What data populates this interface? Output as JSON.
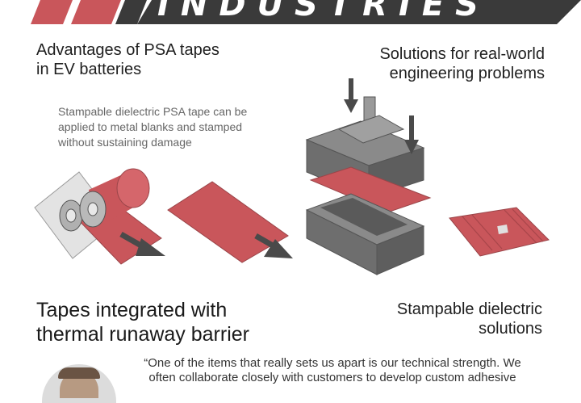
{
  "header": {
    "brand_text": "INDUSTRIES"
  },
  "sections": {
    "advantages_title_line1": "Advantages of PSA tapes",
    "advantages_title_line2": "in EV batteries",
    "advantages_desc_line1": "Stampable dielectric PSA tape can be",
    "advantages_desc_line2": "applied to metal blanks and stamped",
    "advantages_desc_line3": "without sustaining damage",
    "solutions_title_line1": "Solutions for real-world",
    "solutions_title_line2": "engineering problems",
    "integrated_title_line1": "Tapes integrated with",
    "integrated_title_line2": "thermal runaway barrier",
    "stampable_title_line1": "Stampable dielectric",
    "stampable_title_line2": "solutions"
  },
  "quote": {
    "line1": "“One of the items that really sets us apart is our technical strength. We",
    "line2": "often collaborate closely with customers to develop custom adhesive"
  },
  "colors": {
    "tape_red": "#c9565b",
    "tape_red_dark": "#a8454a",
    "banner_dark": "#3a3a3a",
    "metal_gray": "#7c7c7c",
    "arrow_gray": "#4a4a4a"
  }
}
